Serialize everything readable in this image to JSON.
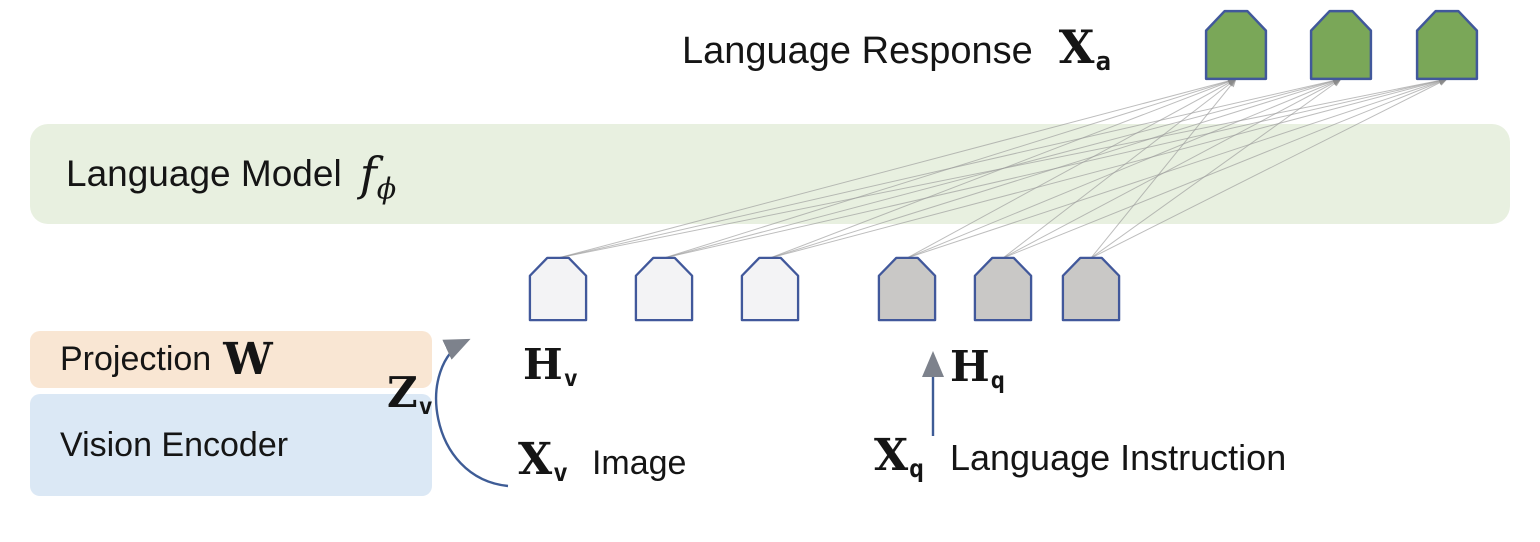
{
  "texts": {
    "language_response": "Language Response",
    "language_model": "Language Model",
    "projection": "Projection",
    "vision_encoder": "Vision Encoder",
    "image": "Image",
    "language_instruction": "Language Instruction"
  },
  "math": {
    "x_a": {
      "base": "X",
      "sub": "a"
    },
    "f_phi": {
      "base": "f",
      "sub": "ϕ"
    },
    "w": {
      "base": "W",
      "sub": ""
    },
    "z_v": {
      "base": "Z",
      "sub": "v"
    },
    "h_v": {
      "base": "H",
      "sub": "v"
    },
    "h_q": {
      "base": "H",
      "sub": "q"
    },
    "x_v": {
      "base": "X",
      "sub": "v"
    },
    "x_q": {
      "base": "X",
      "sub": "q"
    }
  },
  "tokens": {
    "response_count": 3,
    "visual_count": 3,
    "query_count": 3
  },
  "colors": {
    "language_model_bg": "#e8f0e0",
    "projection_bg": "#f9e6d3",
    "vision_encoder_bg": "#dbe8f5",
    "response_token_fill": "#7aa758",
    "visual_token_fill": "#f3f3f5",
    "query_token_fill": "#c9c8c6",
    "token_border": "#41589b",
    "arrow_color": "#3e5c96",
    "attention_line_color": "#9b9b9b",
    "arrowhead_color": "#80858d",
    "text_color": "#151515"
  }
}
